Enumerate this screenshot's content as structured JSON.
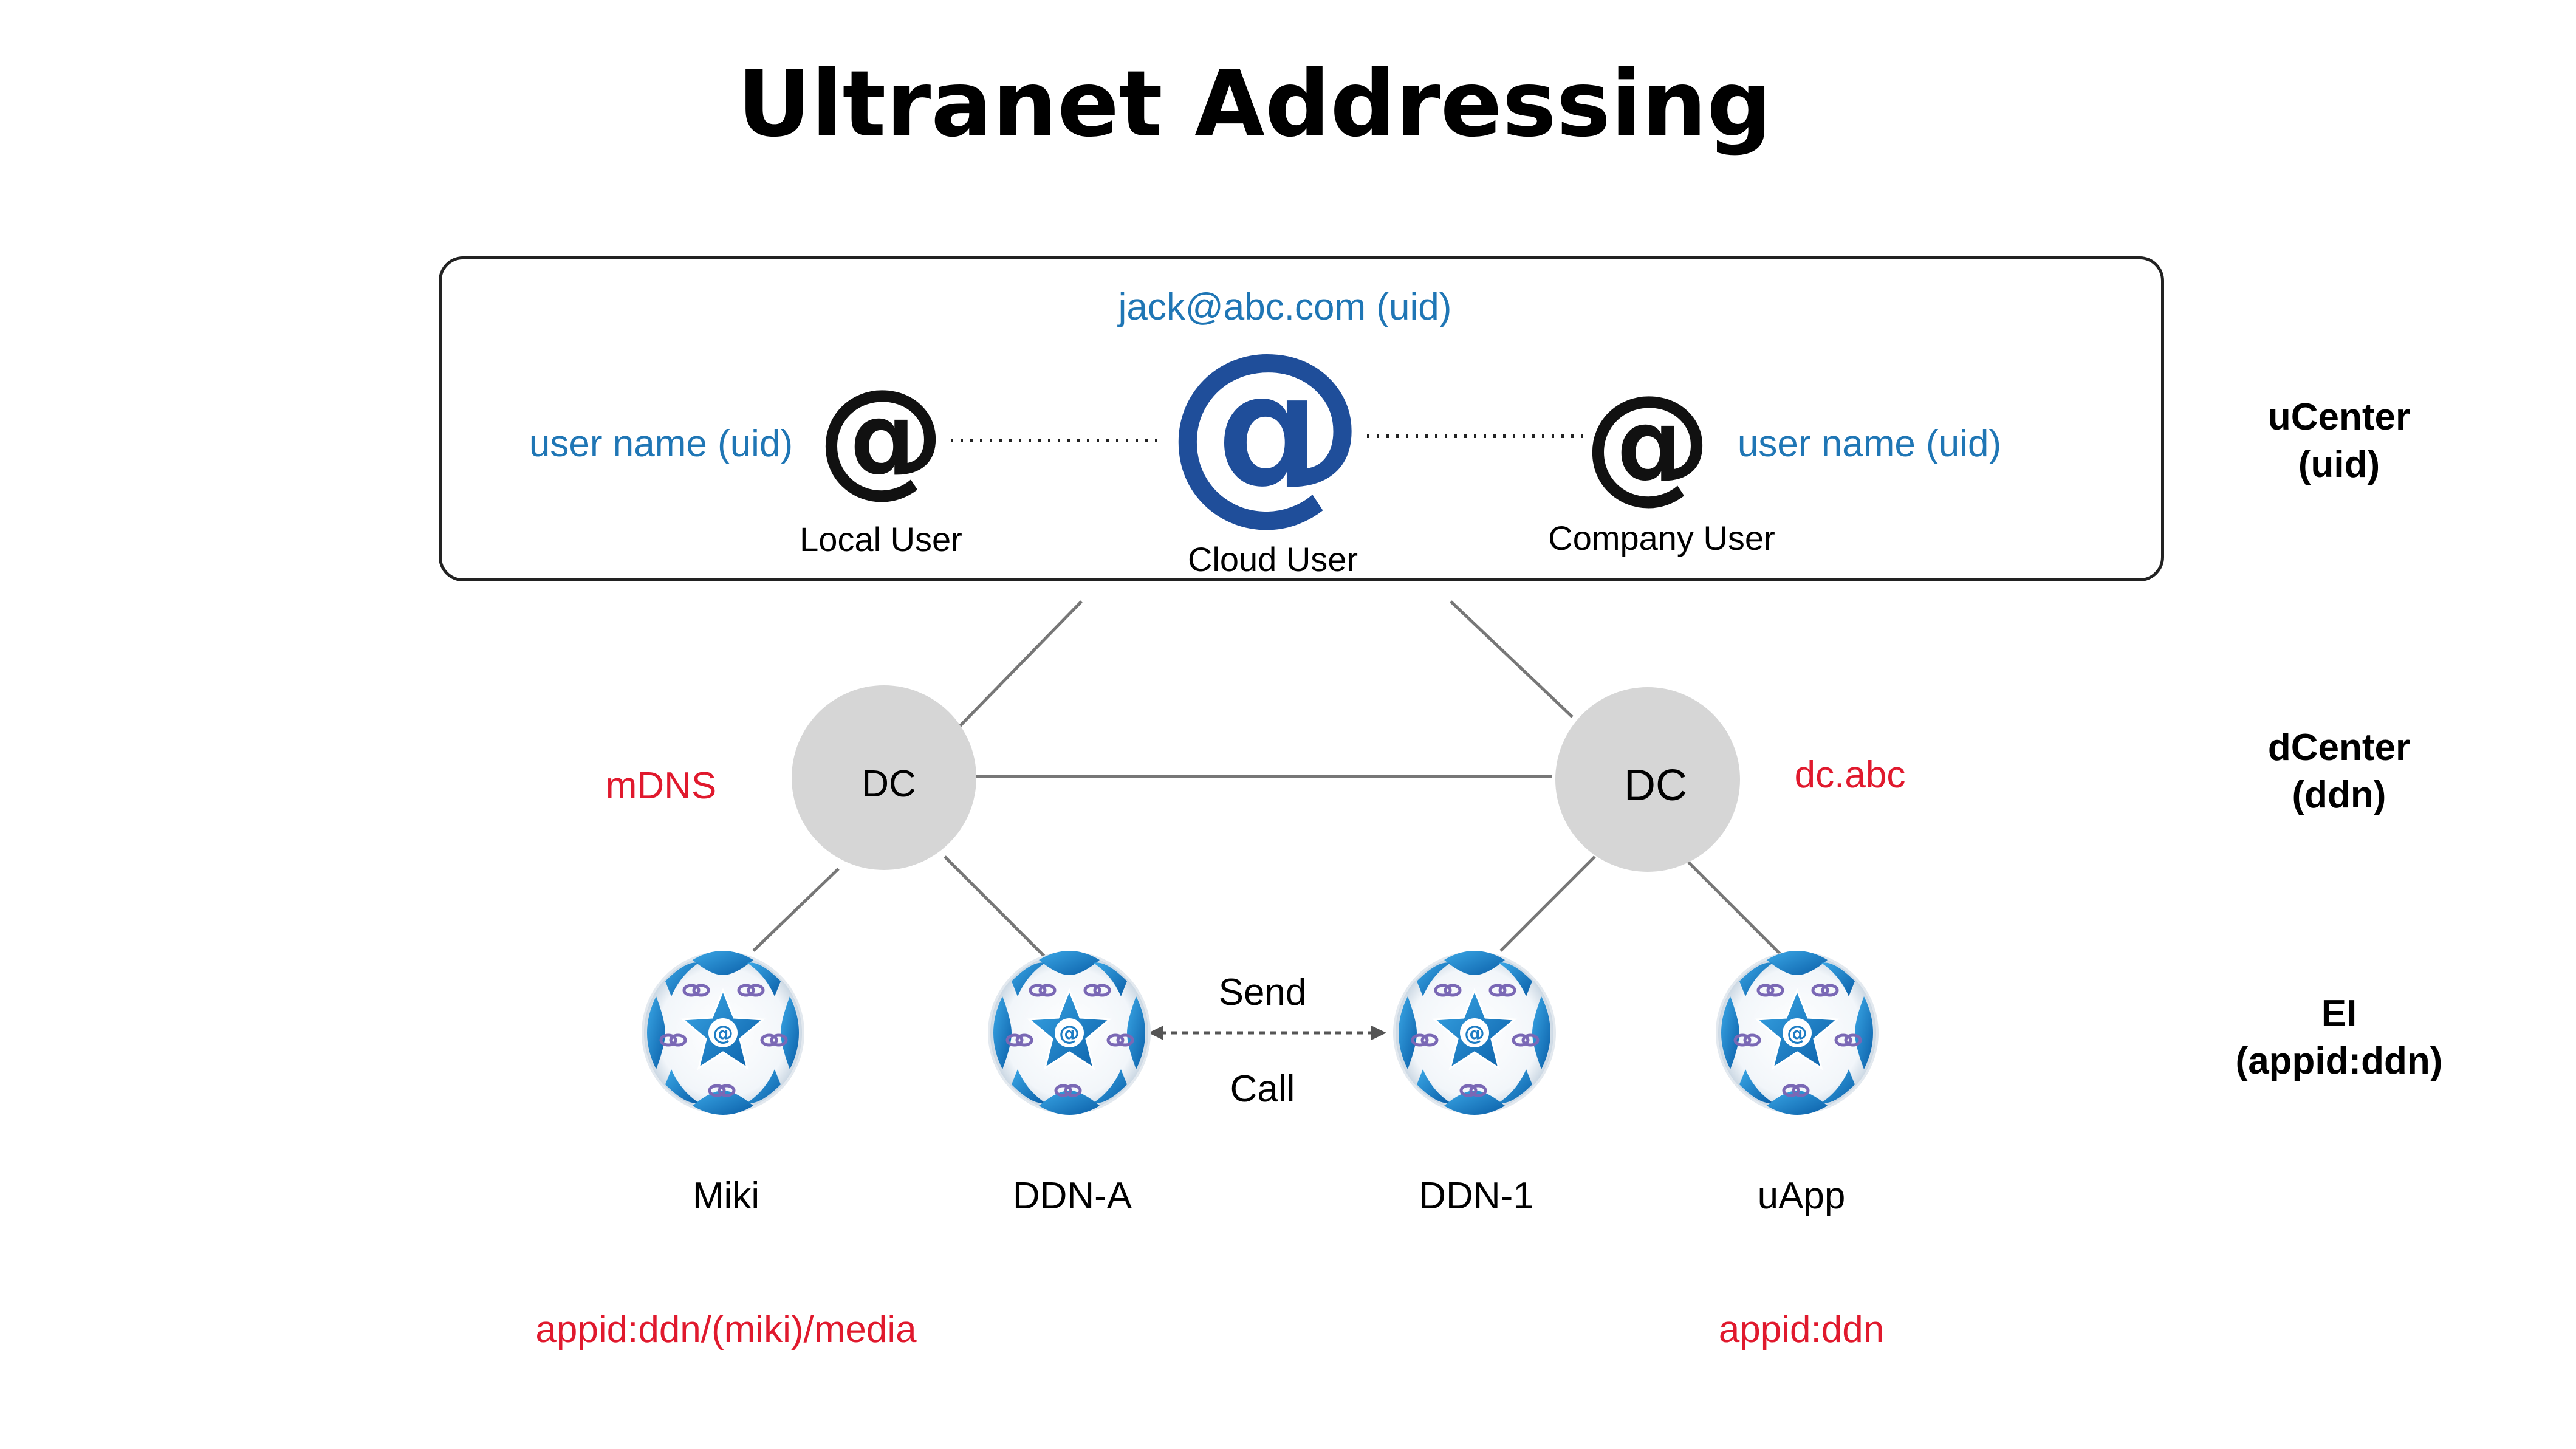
{
  "title": "Ultranet Addressing",
  "user_box": {
    "cloud_uid": "jack@abc.com (uid)",
    "left_uid": "user name (uid)",
    "right_uid": "user name (uid)",
    "local_user": "Local User",
    "cloud_user": "Cloud User",
    "company_user": "Company User"
  },
  "dc_nodes": {
    "left_label": "DC",
    "right_label": "DC",
    "left_annotation": "mDNS",
    "right_annotation": "dc.abc"
  },
  "ei_nodes": {
    "miki": "Miki",
    "ddn_a": "DDN-A",
    "ddn_1": "DDN-1",
    "uapp": "uApp",
    "send": "Send",
    "call": "Call",
    "miki_address": "appid:ddn/(miki)/media",
    "uapp_address": "appid:ddn"
  },
  "layers": {
    "ucenter_line1": "uCenter",
    "ucenter_line2": "(uid)",
    "dcenter_line1": "dCenter",
    "dcenter_line2": "(ddn)",
    "ei_line1": "EI",
    "ei_line2": "(appid:ddn)"
  },
  "colors": {
    "uid_blue": "#1f76b5",
    "annotation_red": "#e0192d",
    "dc_gray": "#d6d6d6",
    "ucloud_blue": "#1f4e9a"
  }
}
